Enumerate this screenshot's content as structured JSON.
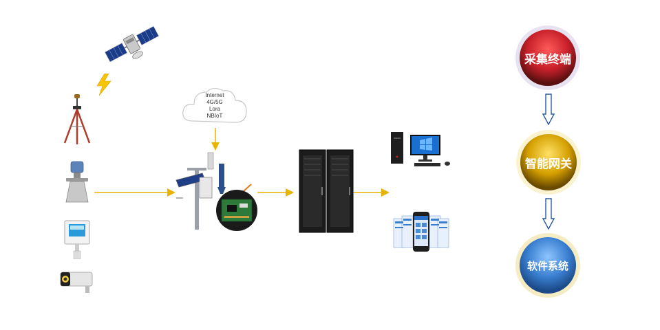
{
  "cloud": {
    "line1": "Internet",
    "line2": "4G/5G",
    "line3": "Lora",
    "line4": "NBIoT"
  },
  "layers": {
    "top": "采集终端",
    "middle": "智能网关",
    "bottom": "软件系统"
  },
  "icons": {
    "satellite": "satellite-icon",
    "lightning": "lightning-icon",
    "gnss": "gnss-tripod-icon",
    "radar": "radar-level-sensor-icon",
    "thermo": "temperature-humidity-sensor-icon",
    "camera": "camera-icon",
    "station": "monitoring-station-icon",
    "server": "server-cabinet-icon",
    "desktop": "desktop-computer-icon",
    "mobile": "mobile-app-icon"
  },
  "colors": {
    "arrow": "#e8b400",
    "red": "#c8202a",
    "gold": "#d4a000",
    "blue": "#3a7fd0",
    "down_arrow": "#2a5aa0"
  }
}
